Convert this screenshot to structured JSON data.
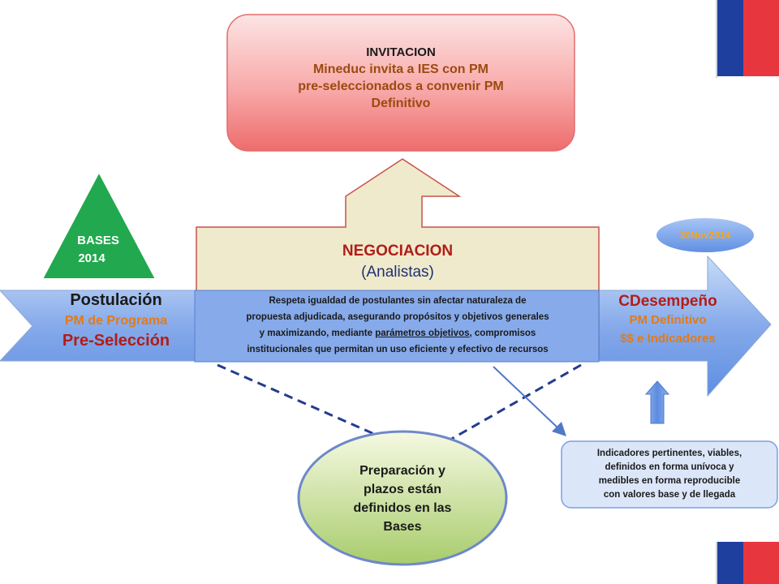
{
  "invitacion": {
    "title": "INVITACION",
    "lines": [
      "Mineduc invita a IES con PM",
      "pre-seleccionados a convenir  PM",
      "Definitivo"
    ]
  },
  "bases": {
    "line1": "BASES",
    "line2": "2014"
  },
  "negociacion": {
    "title": "NEGOCIACION",
    "subtitle": "(Analistas)"
  },
  "postulacion": {
    "title": "Postulación",
    "line2": "PM de Programa",
    "line3": "Pre-Selección"
  },
  "center_box": {
    "line1": "Respeta igualdad de postulantes sin afectar naturaleza de",
    "line2": "propuesta adjudicada, asegurando propósitos y objetivos generales",
    "line3_pre": "y maximizando, mediante ",
    "line3_link": "parámetros objetivos",
    "line3_post": ", compromisos",
    "line4": "institucionales que permitan un uso eficiente y efectivo de recursos"
  },
  "cdesempeno": {
    "title": "CDesempeño",
    "line2": "PM Definitivo",
    "line3": "$$ e Indicadores"
  },
  "date_badge": "30Nov2014",
  "preparacion": {
    "lines": [
      "Preparación  y",
      "plazos están",
      "definidos en las",
      "Bases"
    ]
  },
  "indicadores": {
    "lines": [
      "Indicadores pertinentes, viables,",
      "definidos en forma unívoca y",
      "medibles en forma reproducible",
      "con valores base y de llegada"
    ]
  },
  "colors": {
    "flag_blue": "#1f3f9e",
    "flag_red": "#e8363f",
    "blue_arrow": "#6f9be6",
    "pink_box": "#f48080",
    "green_triangle": "#22a84e",
    "beige_arrow": "#efeacc",
    "dark_red_text": "#b11d18",
    "orange_text": "#e07b1b",
    "orange_dark_text": "#9c4a10",
    "navy_text": "#1f3170"
  }
}
